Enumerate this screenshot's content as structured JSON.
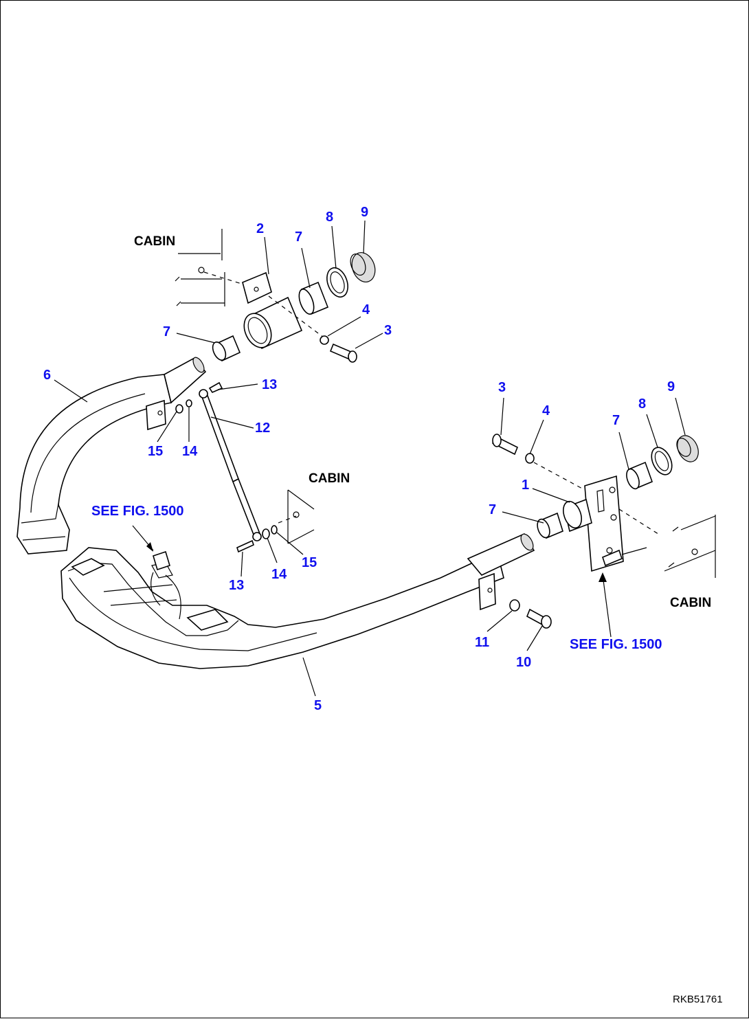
{
  "cabin_labels": [
    "CABIN",
    "CABIN",
    "CABIN"
  ],
  "see_fig_labels": [
    "SEE FIG. 1500",
    "SEE FIG. 1500"
  ],
  "part_numbers": {
    "p1": "1",
    "p2": "2",
    "p3a": "3",
    "p3b": "3",
    "p4a": "4",
    "p4b": "4",
    "p5": "5",
    "p6": "6",
    "p7a": "7",
    "p7b": "7",
    "p7c": "7",
    "p7d": "7",
    "p8a": "8",
    "p8b": "8",
    "p9a": "9",
    "p9b": "9",
    "p10": "10",
    "p11": "11",
    "p12": "12",
    "p13a": "13",
    "p13b": "13",
    "p14a": "14",
    "p14b": "14",
    "p15a": "15",
    "p15b": "15"
  },
  "drawing_code": "RKB51761",
  "colors": {
    "callout": "#1010ee",
    "linework": "#000000",
    "background": "#ffffff"
  }
}
